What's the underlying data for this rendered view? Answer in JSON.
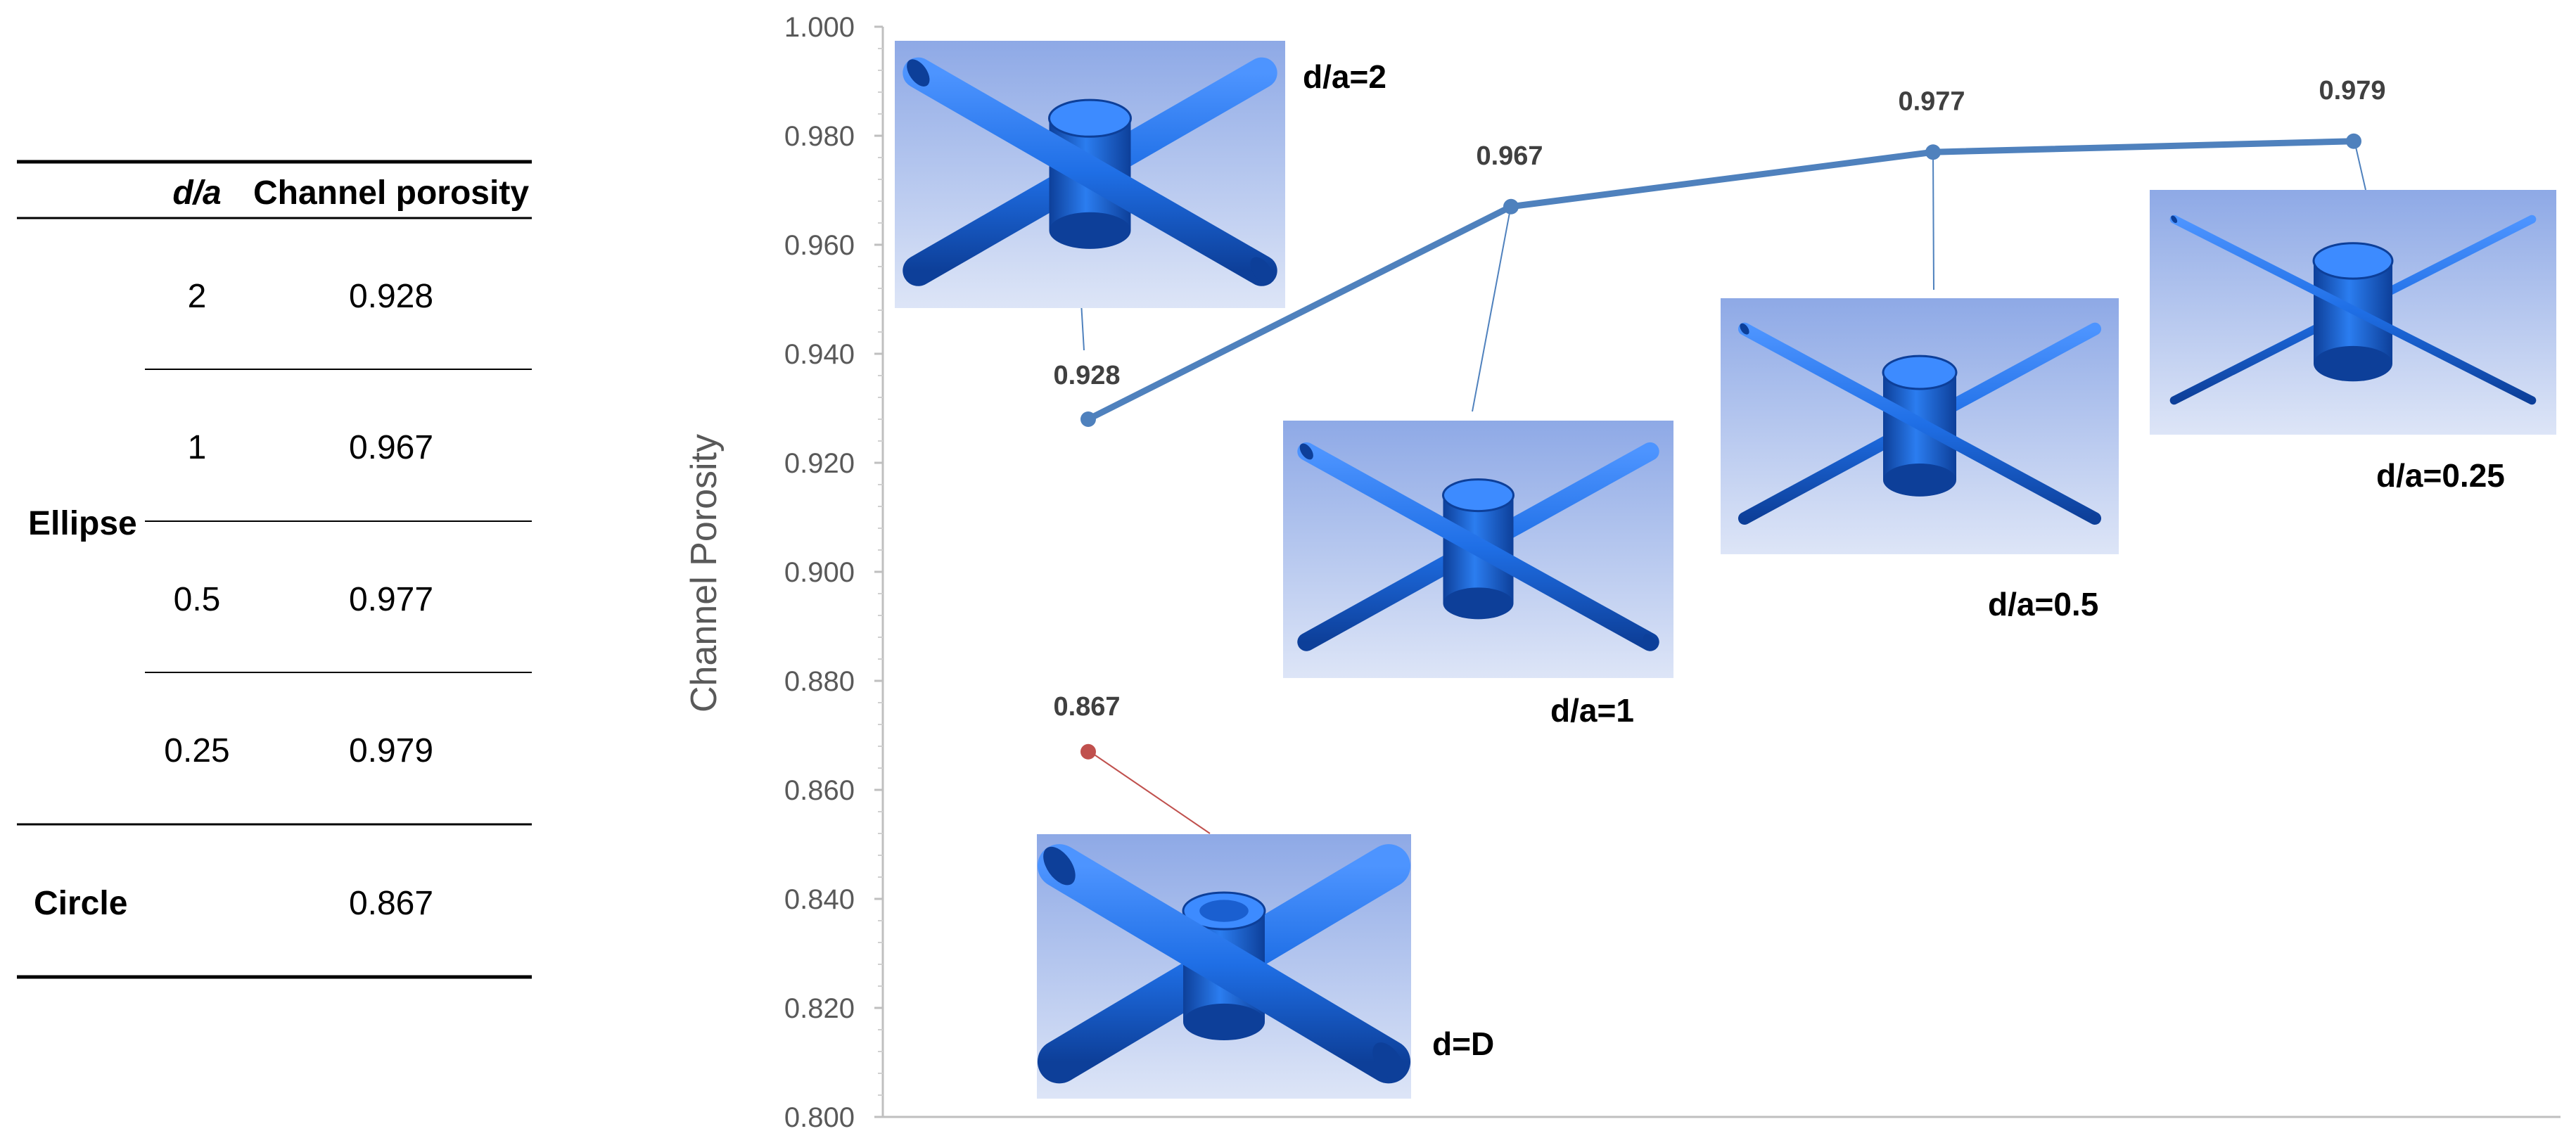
{
  "table": {
    "header_da": "d/a",
    "header_porosity": "Channel porosity",
    "group_ellipse": "Ellipse",
    "group_circle": "Circle",
    "rows": [
      {
        "da": "2",
        "porosity": "0.928"
      },
      {
        "da": "1",
        "porosity": "0.967"
      },
      {
        "da": "0.5",
        "porosity": "0.977"
      },
      {
        "da": "0.25",
        "porosity": "0.979"
      }
    ],
    "circle_porosity": "0.867"
  },
  "chart_data": {
    "type": "line",
    "ylabel": "Channel Porosity",
    "xlabel": "",
    "ylim": [
      0.8,
      1.0
    ],
    "yticks": [
      "0.800",
      "0.820",
      "0.840",
      "0.860",
      "0.880",
      "0.900",
      "0.920",
      "0.940",
      "0.960",
      "0.980",
      "1.000"
    ],
    "grid": false,
    "series": [
      {
        "values": [
          0.928,
          0.967,
          0.977,
          0.979
        ],
        "color": "#4f81bd",
        "labels": [
          "0.928",
          "0.967",
          "0.977",
          "0.979"
        ]
      },
      {
        "values": [
          0.867
        ],
        "color": "#c0504d",
        "labels": [
          "0.867"
        ]
      }
    ],
    "annotations": [
      "d/a=2",
      "d/a=1",
      "d/a=0.5",
      "d/a=0.25",
      "d=D"
    ]
  },
  "colors": {
    "ellipse_series": "#4f81bd",
    "circle_series": "#c0504d",
    "inset_bg_top": "#8ea9e6",
    "inset_bg_bottom": "#dde5f7",
    "pipe": "#2a73e8"
  },
  "icons": [
    "junction-geometry-image"
  ]
}
